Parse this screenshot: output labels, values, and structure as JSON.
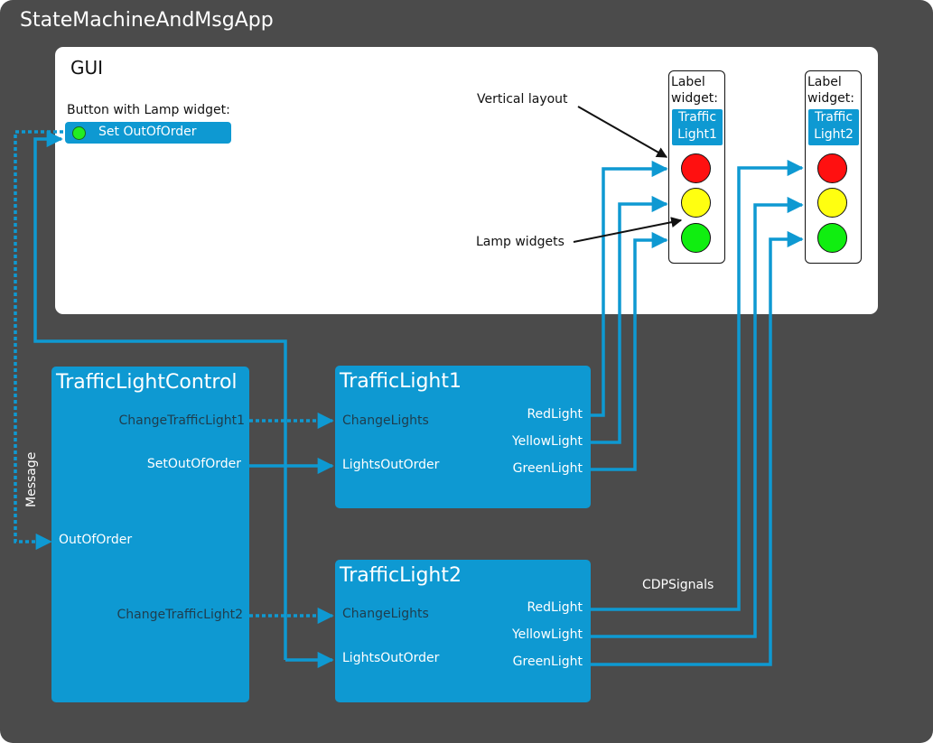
{
  "app": {
    "title": "StateMachineAndMsgApp"
  },
  "gui": {
    "title": "GUI",
    "button_caption": "Button with Lamp widget:",
    "button_label": "Set OutOfOrder",
    "annotation_vertical": "Vertical layout",
    "annotation_lamps": "Lamp widgets",
    "light_group_1": {
      "widget_label": "Label widget:",
      "name_line1": "Traffic",
      "name_line2": "Light1"
    },
    "light_group_2": {
      "widget_label": "Label widget:",
      "name_line1": "Traffic",
      "name_line2": "Light2"
    }
  },
  "blocks": {
    "control": {
      "title": "TrafficLightControl",
      "ports": {
        "change1": "ChangeTrafficLight1",
        "set_ooo": "SetOutOfOrder",
        "out_of_order": "OutOfOrder",
        "change2": "ChangeTrafficLight2"
      }
    },
    "tl1": {
      "title": "TrafficLight1",
      "inputs": {
        "change": "ChangeLights",
        "ooo": "LightsOutOrder"
      },
      "outputs": {
        "red": "RedLight",
        "yellow": "YellowLight",
        "green": "GreenLight"
      }
    },
    "tl2": {
      "title": "TrafficLight2",
      "inputs": {
        "change": "ChangeLights",
        "ooo": "LightsOutOrder"
      },
      "outputs": {
        "red": "RedLight",
        "yellow": "YellowLight",
        "green": "GreenLight"
      }
    }
  },
  "wire_labels": {
    "message": "Message",
    "signals": "CDPSignals"
  },
  "colors": {
    "background": "#4b4b4b",
    "block": "#0e99d2",
    "wire": "#0e99d2",
    "lamp_red": "#ff1010",
    "lamp_yellow": "#ffff10",
    "lamp_green": "#10ee10"
  }
}
